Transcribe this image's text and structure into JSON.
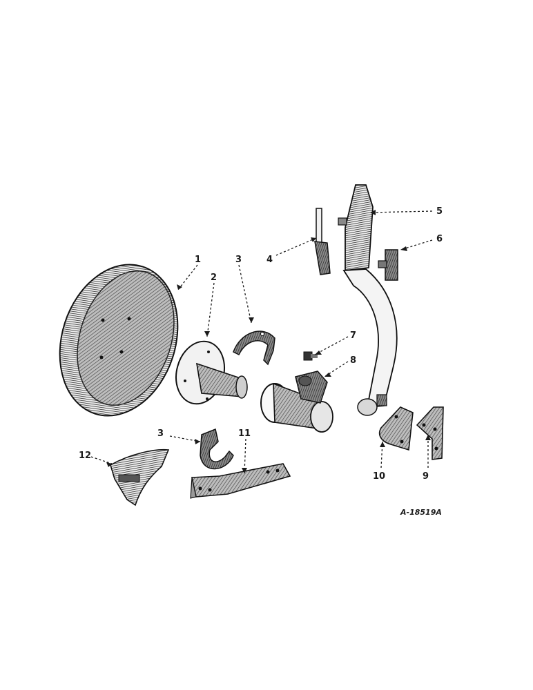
{
  "figure_id": "A-18519A",
  "callouts": {
    "c1": "1",
    "c2": "2",
    "c3a": "3",
    "c3b": "3",
    "c4": "4",
    "c5": "5",
    "c6": "6",
    "c7": "7",
    "c8": "8",
    "c9": "9",
    "c10": "10",
    "c11": "11",
    "c12": "12"
  },
  "colors": {
    "ink": "#1a1a1a",
    "paper": "#ffffff",
    "mid": "#555555",
    "light": "#9a9a9a"
  }
}
